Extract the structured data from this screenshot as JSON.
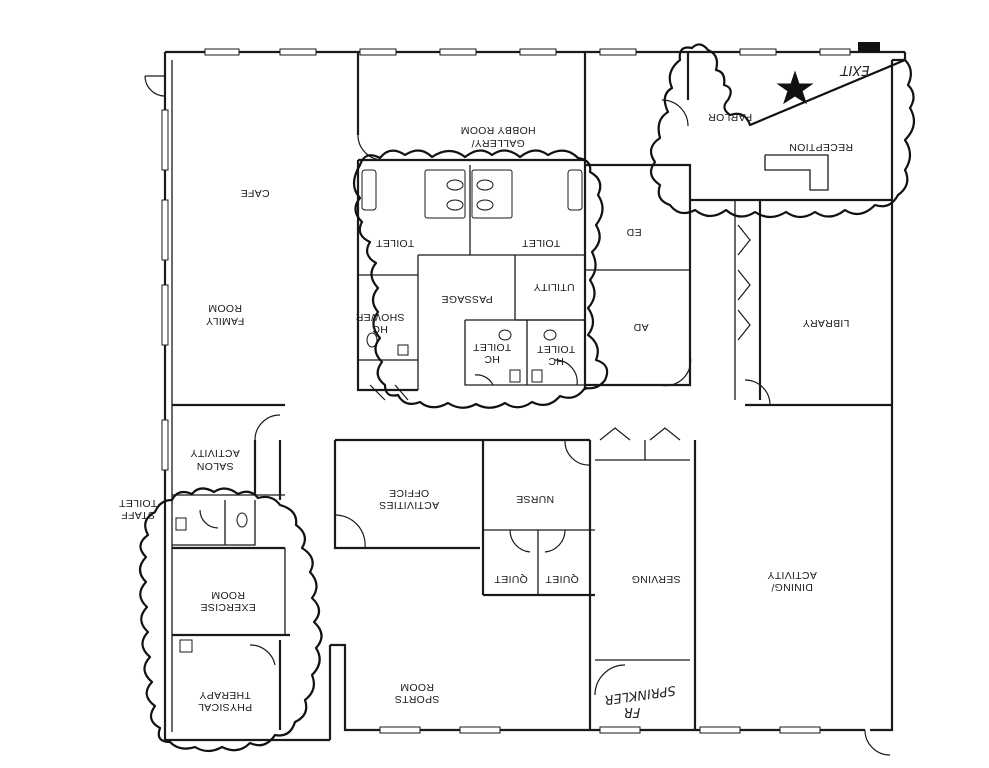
{
  "plan": {
    "rooms": {
      "cafe": "CAFE",
      "family_room": [
        "FAMILY",
        "ROOM"
      ],
      "hobby_room": [
        "GALLERY/",
        "HOBBY ROOM"
      ],
      "parlor": "PARLOR",
      "reception": "RECEPTION",
      "toilet_left": "TOILET",
      "toilet_right": "TOILET",
      "ed": "ED",
      "passage": "PASSAGE",
      "utility": "UTILITY",
      "hc_shower": [
        "HC",
        "SHOWER"
      ],
      "hc_toilet_a": [
        "HC",
        "TOILET"
      ],
      "hc_toilet_b": [
        "HC",
        "TOILET"
      ],
      "ad": "AD",
      "library": "LIBRARY",
      "salon_activity": [
        "SALON",
        "ACTIVITY"
      ],
      "staff_toilet": [
        "STAFF",
        "TOILET"
      ],
      "activities_office": [
        "ACTIVITIES",
        "OFFICE"
      ],
      "nurse": "NURSE",
      "quiet_a": "QUIET",
      "quiet_b": "QUIET",
      "serving": "SERVING",
      "dining_activity": [
        "DINING/",
        "ACTIVITY"
      ],
      "exercise_room": [
        "EXERCISE",
        "ROOM"
      ],
      "physical_therapy": [
        "PHYSICAL",
        "THERAPY"
      ],
      "sports_room": [
        "SPORTS",
        "ROOM"
      ]
    },
    "handwritten": {
      "exit": "EXIT",
      "fr_sprinkler": [
        "FR",
        "SPRINKLER"
      ]
    },
    "colors": {
      "ink": "#1a1a1a",
      "paper": "#ffffff"
    },
    "icons": [
      "star-icon",
      "door-swing-icon",
      "toilet-fixture-icon"
    ]
  }
}
